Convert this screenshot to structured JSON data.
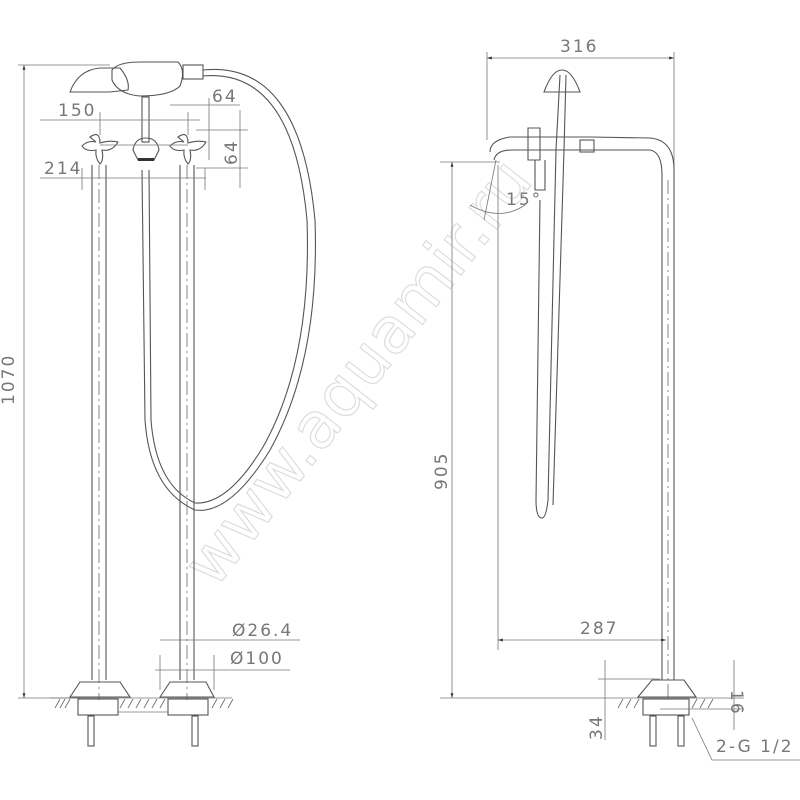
{
  "drawing": {
    "type": "technical-drawing",
    "subject": "freestanding bath/shower mixer",
    "watermark": "www.aquamir.ru",
    "front_view": {
      "dimensions": {
        "overall_height": "1070",
        "handle_spacing": "150",
        "handle_offset_h": "64",
        "handle_offset_v": "64",
        "pipe_spacing": "214",
        "pipe_diameter": "Ø26.4",
        "base_diameter": "Ø100"
      }
    },
    "side_view": {
      "dimensions": {
        "overall_width": "316",
        "spout_angle": "15°",
        "spout_height": "905",
        "reach": "287",
        "base_plate": "16",
        "below_floor": "34",
        "connection": "2-G 1/2"
      }
    },
    "colors": {
      "line": "#555555",
      "dimension_text": "#777777",
      "background": "#ffffff"
    }
  }
}
